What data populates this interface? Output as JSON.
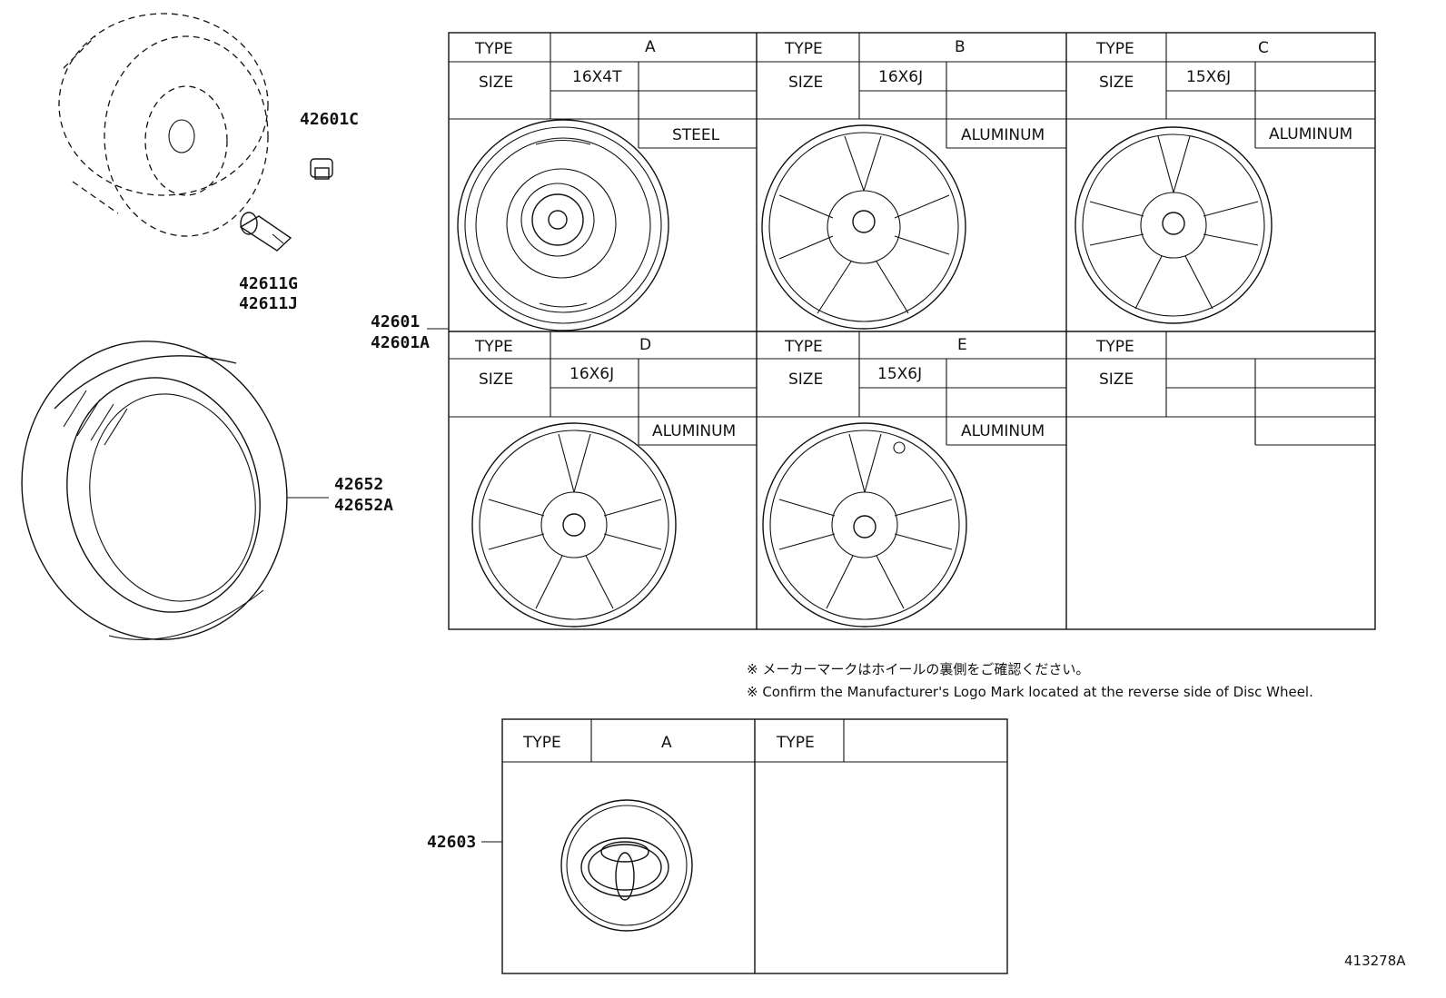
{
  "parts": {
    "p42601c": "42601C",
    "p42611g": "42611G",
    "p42611j": "42611J",
    "p42601": "42601",
    "p42601a": "42601A",
    "p42652": "42652",
    "p42652a": "42652A",
    "p42603": "42603"
  },
  "wheel_table": {
    "type_label": "TYPE",
    "size_label": "SIZE",
    "panels": [
      {
        "type": "A",
        "size": "16X4T",
        "material": "STEEL"
      },
      {
        "type": "B",
        "size": "16X6J",
        "material": "ALUMINUM"
      },
      {
        "type": "C",
        "size": "15X6J",
        "material": "ALUMINUM"
      },
      {
        "type": "D",
        "size": "16X6J",
        "material": "ALUMINUM"
      },
      {
        "type": "E",
        "size": "15X6J",
        "material": "ALUMINUM"
      },
      {
        "type": "",
        "size": "",
        "material": ""
      }
    ]
  },
  "notes": {
    "jp": "※ メーカーマークはホイールの裏側をご確認ください。",
    "en": "※ Confirm the Manufacturer's Logo Mark located at the reverse side of Disc Wheel."
  },
  "cap_table": {
    "type_label": "TYPE",
    "type_a": "A",
    "type_b": ""
  },
  "figure_code": "413278A"
}
